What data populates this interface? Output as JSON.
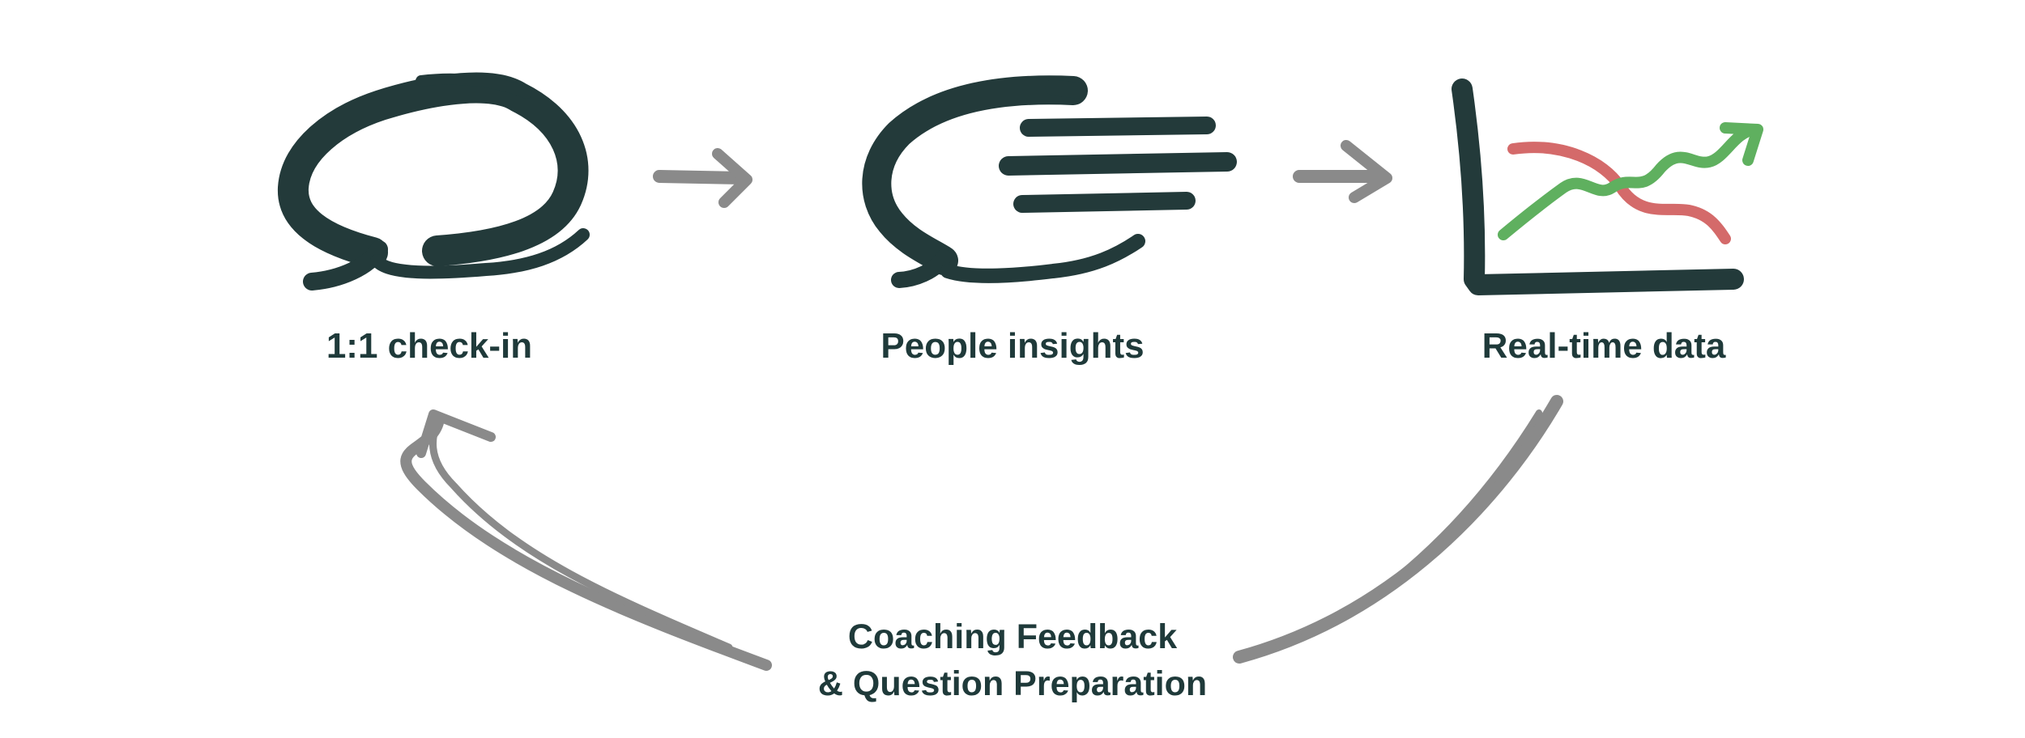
{
  "steps": [
    {
      "id": "checkin",
      "label": "1:1 check-in",
      "icon": "speech-bubble-icon"
    },
    {
      "id": "insights",
      "label": "People insights",
      "icon": "speech-bubble-lines-icon"
    },
    {
      "id": "realtime",
      "label": "Real-time data",
      "icon": "line-chart-icon"
    }
  ],
  "feedback_loop": {
    "line1": "Coaching Feedback",
    "line2": "& Question Preparation"
  },
  "colors": {
    "ink": "#233a3a",
    "text": "#1f3a3a",
    "arrow": "#8a8a8a",
    "trend_up": "#5fb05f",
    "trend_down": "#d46a6a"
  }
}
